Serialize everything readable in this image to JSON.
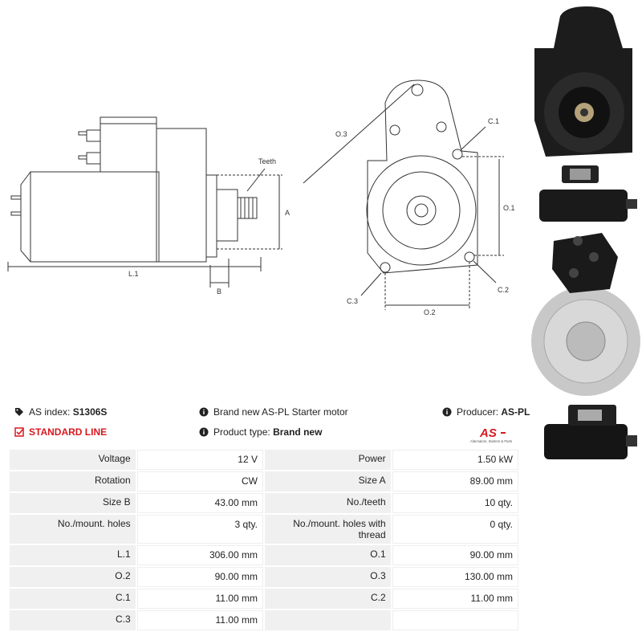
{
  "drawing": {
    "labels": {
      "teeth": "Teeth",
      "a": "A",
      "b": "B",
      "l1": "L.1",
      "o3": "O.3",
      "c1": "C.1",
      "o1": "O.1",
      "c3": "C.3",
      "o2": "O.2",
      "c2": "C.2"
    }
  },
  "info": {
    "as_index_label": "AS index:",
    "as_index_value": "S1306S",
    "standard_line": "STANDARD LINE",
    "description": "Brand new AS-PL Starter motor",
    "product_type_label": "Product type:",
    "product_type_value": "Brand new",
    "producer_label": "Producer:",
    "producer_value": "AS-PL",
    "logo_text": "AS",
    "logo_tagline": "Alternators, Starters & Parts"
  },
  "specs": [
    [
      "Voltage",
      "12 V",
      "Power",
      "1.50 kW"
    ],
    [
      "Rotation",
      "CW",
      "Size A",
      "89.00 mm"
    ],
    [
      "Size B",
      "43.00 mm",
      "No./teeth",
      "10 qty."
    ],
    [
      "No./mount. holes",
      "3 qty.",
      "No./mount. holes with thread",
      "0 qty."
    ],
    [
      "L.1",
      "306.00 mm",
      "O.1",
      "90.00 mm"
    ],
    [
      "O.2",
      "90.00 mm",
      "O.3",
      "130.00 mm"
    ],
    [
      "C.1",
      "11.00 mm",
      "C.2",
      "11.00 mm"
    ],
    [
      "C.3",
      "11.00 mm",
      "",
      ""
    ]
  ],
  "colors": {
    "accent": "#d71920",
    "label_bg": "#f0f0f0"
  }
}
